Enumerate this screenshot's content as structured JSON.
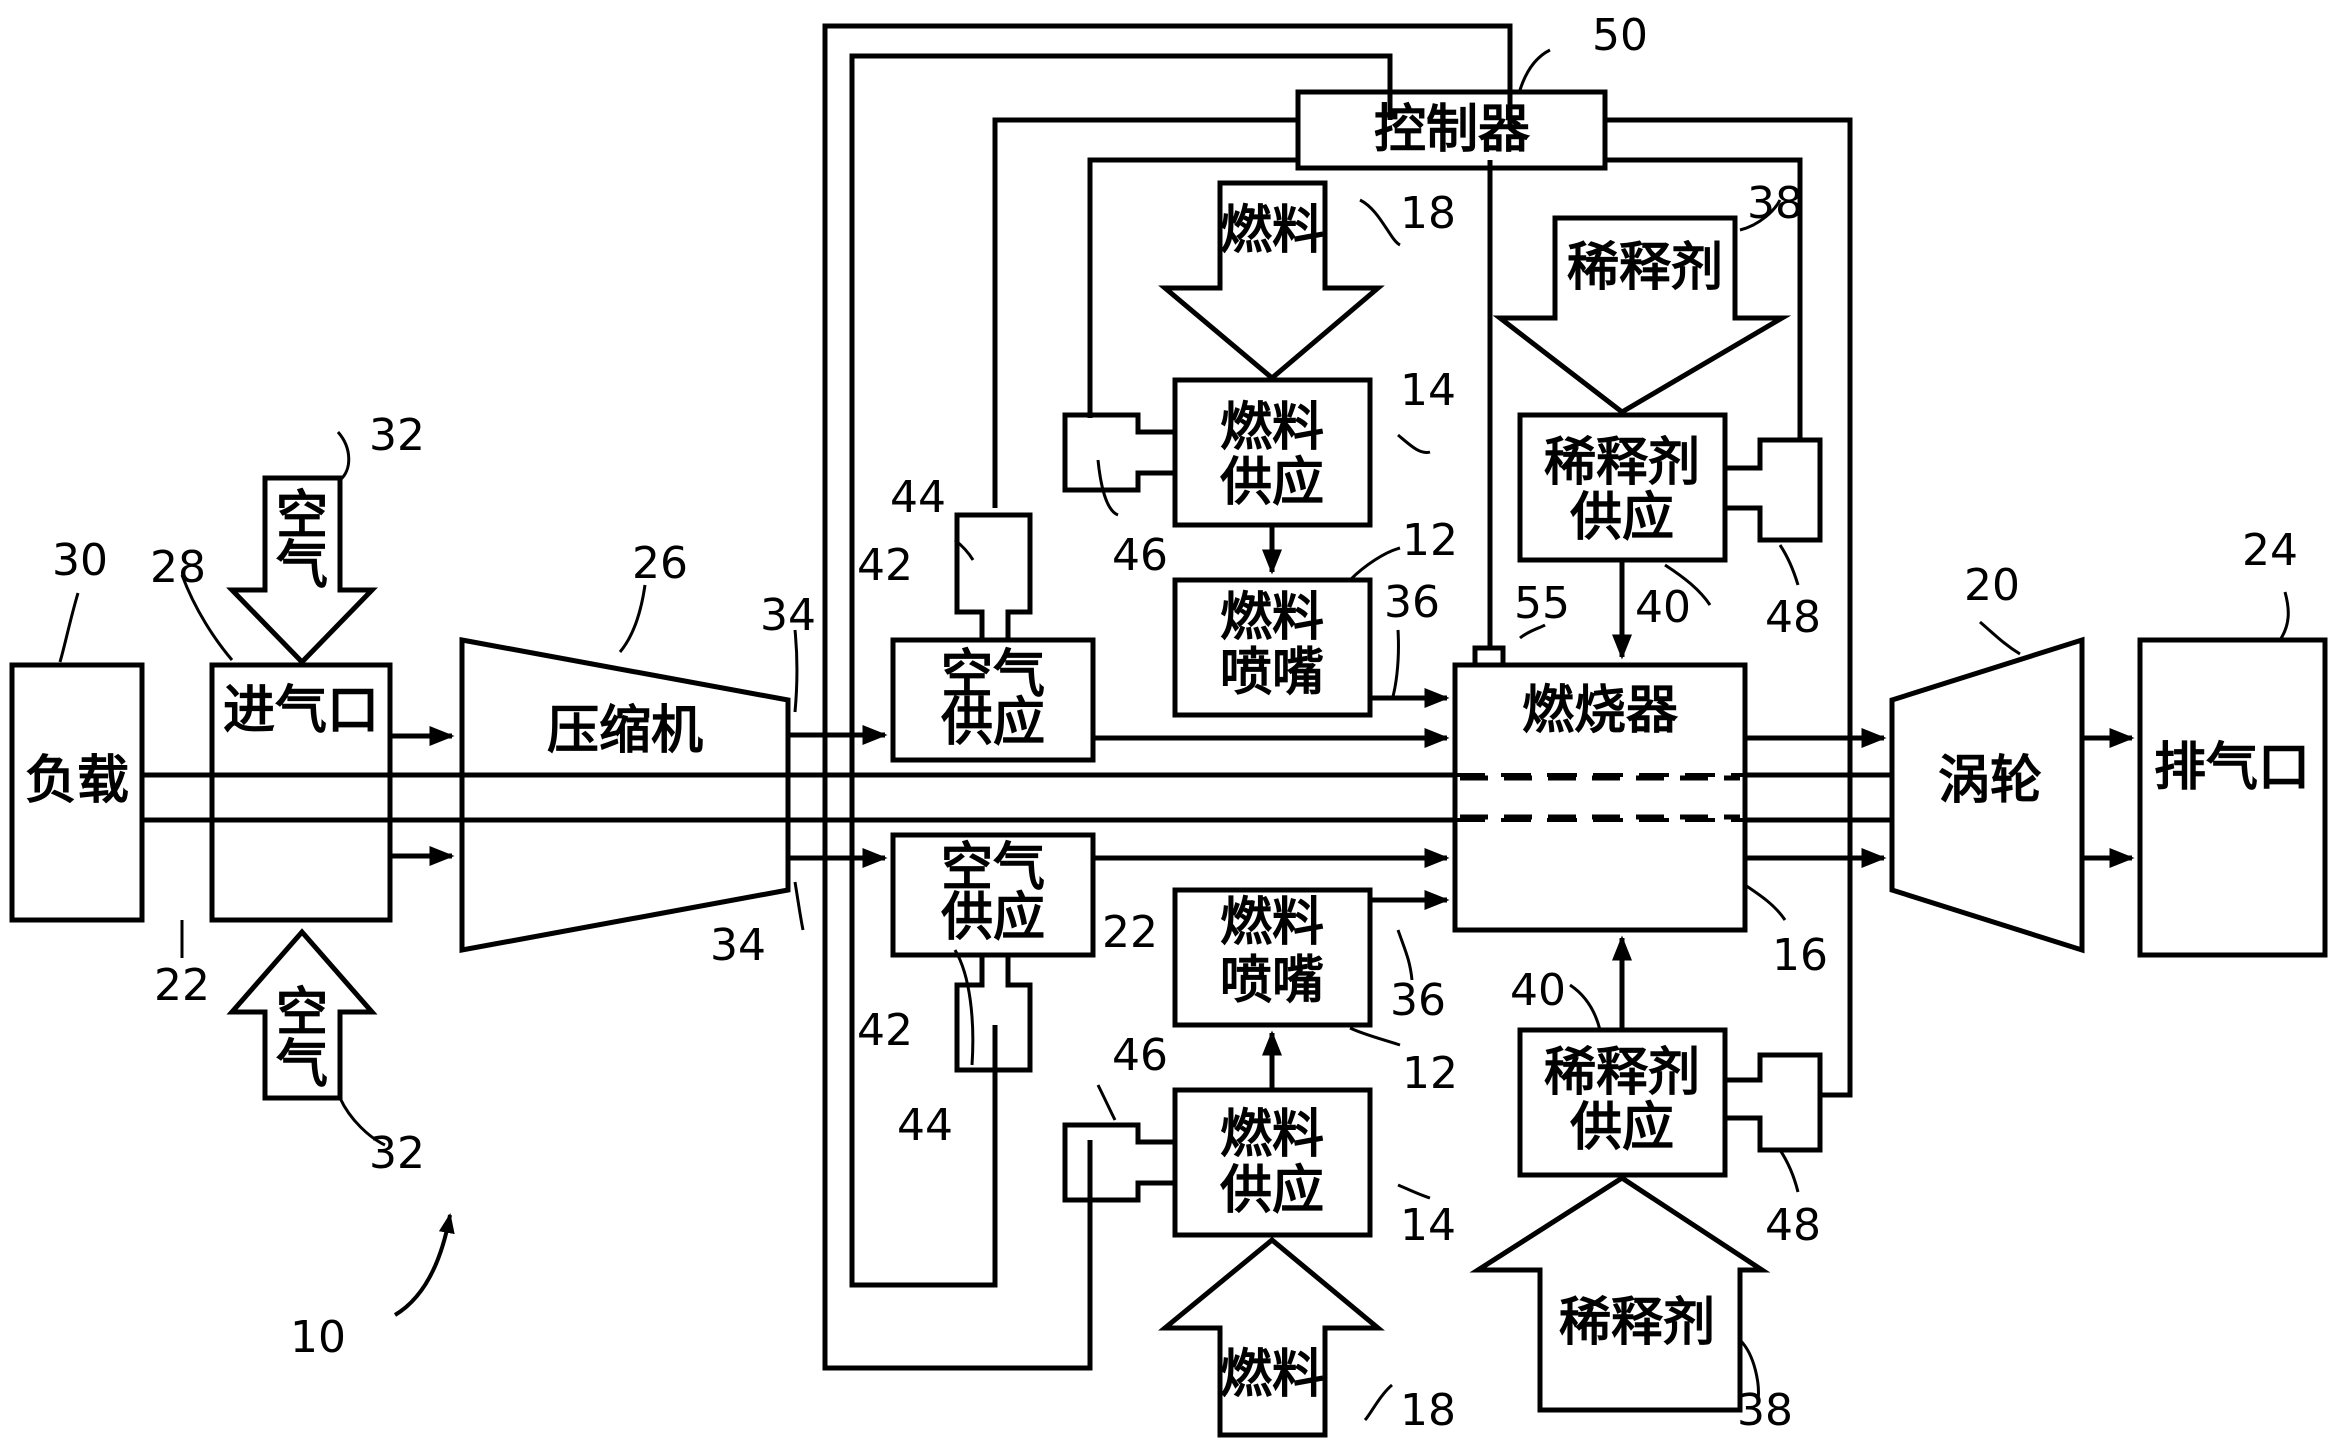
{
  "blocks": {
    "load": "负载",
    "intake": "进气口",
    "compressor": "压缩机",
    "controller": "控制器",
    "fuel_supply_top": [
      "燃料",
      "供应"
    ],
    "fuel_nozzle_top": [
      "燃料",
      "喷嘴"
    ],
    "air_supply_top": [
      "空气",
      "供应"
    ],
    "diluent_supply_top": [
      "稀释剂",
      "供应"
    ],
    "combustor": "燃烧器",
    "turbine": "涡轮",
    "exhaust": "排气口",
    "air_supply_bottom": [
      "空气",
      "供应"
    ],
    "fuel_nozzle_bottom": [
      "燃料",
      "喷嘴"
    ],
    "fuel_supply_bottom": [
      "燃料",
      "供应"
    ],
    "diluent_supply_bottom": [
      "稀释剂",
      "供应"
    ]
  },
  "arrows": {
    "air_top": [
      "空",
      "气"
    ],
    "air_bottom": [
      "空",
      "气"
    ],
    "fuel_top": "燃料",
    "fuel_bottom": "燃料",
    "diluent_top": "稀释剂",
    "diluent_bottom": "稀释剂"
  },
  "refs": {
    "r30": "30",
    "r28": "28",
    "r32a": "32",
    "r32b": "32",
    "r26": "26",
    "r22a": "22",
    "r22b": "22",
    "r34a": "34",
    "r34b": "34",
    "r44a": "44",
    "r44b": "44",
    "r42a": "42",
    "r42b": "42",
    "r46a": "46",
    "r46b": "46",
    "r18a": "18",
    "r18b": "18",
    "r14a": "14",
    "r14b": "14",
    "r12a": "12",
    "r12b": "12",
    "r36a": "36",
    "r36b": "36",
    "r50": "50",
    "r55": "55",
    "r38a": "38",
    "r38b": "38",
    "r40a": "40",
    "r40b": "40",
    "r48a": "48",
    "r48b": "48",
    "r16": "16",
    "r20": "20",
    "r24": "24",
    "r10": "10"
  }
}
